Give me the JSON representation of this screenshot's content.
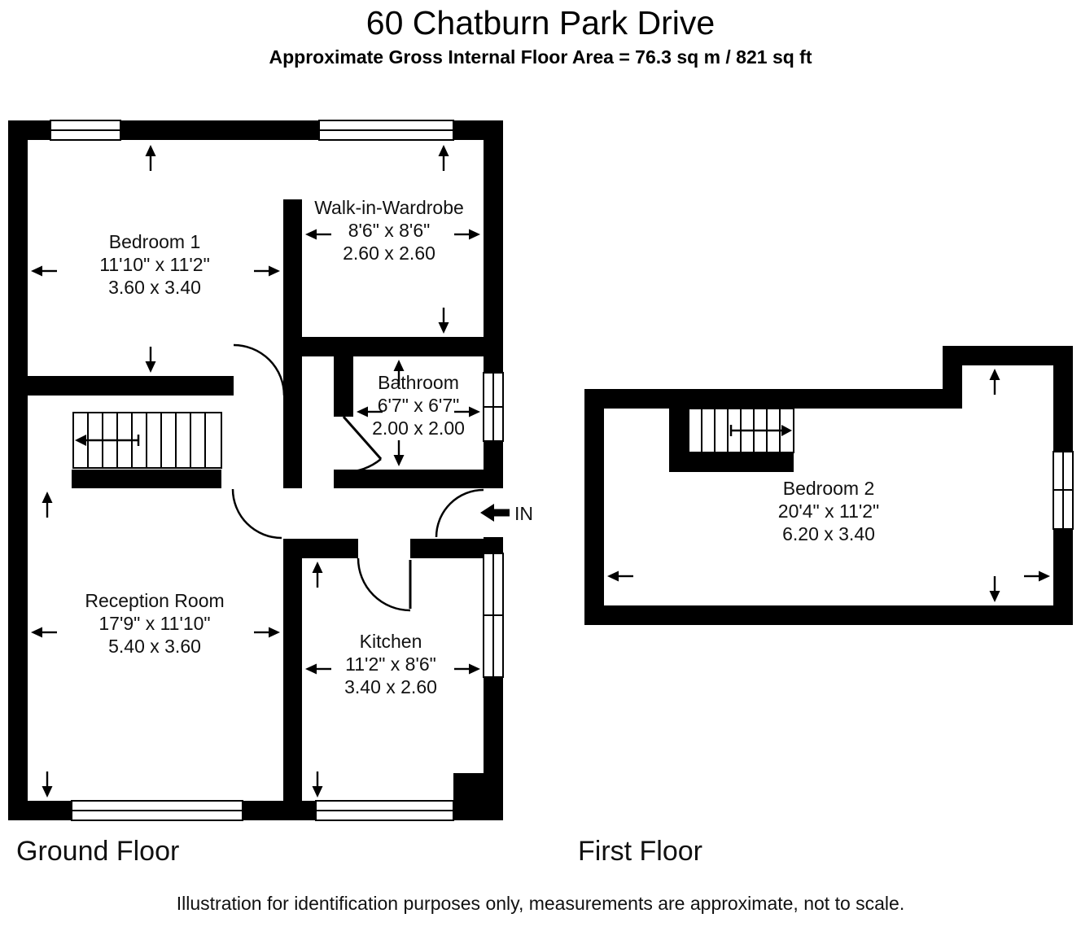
{
  "header": {
    "title": "60 Chatburn Park Drive",
    "subtitle": "Approximate Gross Internal Floor Area = 76.3 sq m / 821 sq ft"
  },
  "ground_floor": {
    "label": "Ground Floor",
    "entrance_label": "IN",
    "rooms": {
      "bedroom1": {
        "name": "Bedroom 1",
        "imperial": "11'10\" x 11'2\"",
        "metric": "3.60 x 3.40"
      },
      "wardrobe": {
        "name": "Walk-in-Wardrobe",
        "imperial": "8'6\" x 8'6\"",
        "metric": "2.60 x 2.60"
      },
      "bathroom": {
        "name": "Bathroom",
        "imperial": "6'7\" x 6'7\"",
        "metric": "2.00 x 2.00"
      },
      "reception": {
        "name": "Reception Room",
        "imperial": "17'9\" x 11'10\"",
        "metric": "5.40 x 3.60"
      },
      "kitchen": {
        "name": "Kitchen",
        "imperial": "11'2\" x 8'6\"",
        "metric": "3.40 x 2.60"
      }
    }
  },
  "first_floor": {
    "label": "First Floor",
    "rooms": {
      "bedroom2": {
        "name": "Bedroom 2",
        "imperial": "20'4\" x 11'2\"",
        "metric": "6.20 x 3.40"
      }
    }
  },
  "footer": {
    "disclaimer": "Illustration for identification purposes only, measurements are approximate, not to scale."
  },
  "colors": {
    "wall": "#000000",
    "background": "#ffffff",
    "text": "#111111"
  }
}
